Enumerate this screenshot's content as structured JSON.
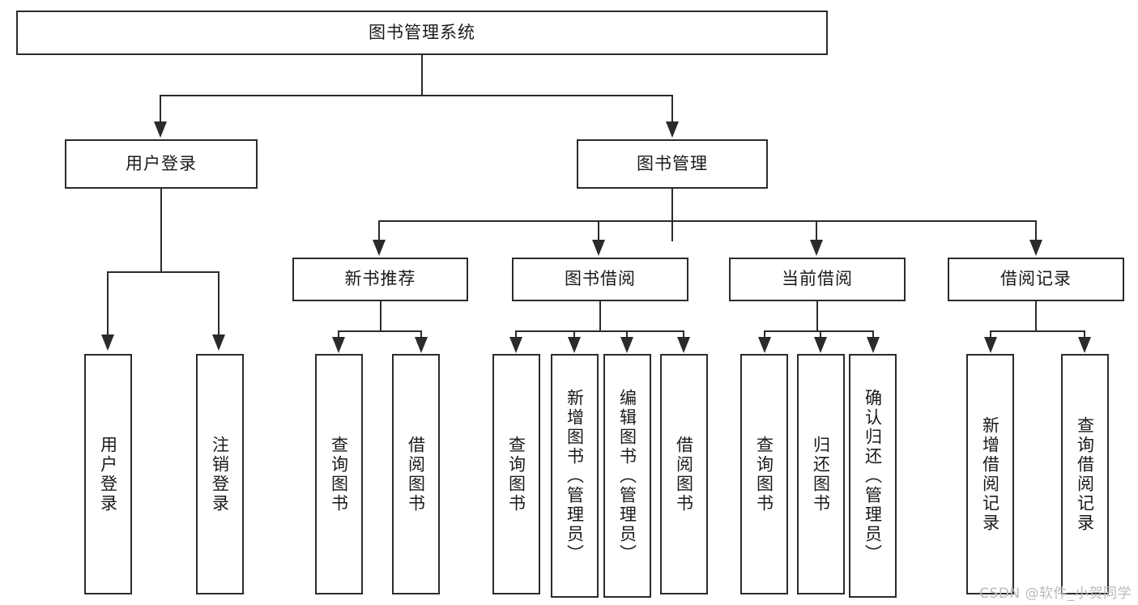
{
  "diagram": {
    "title": "图书管理系统",
    "type": "tree-hierarchy",
    "root": {
      "label": "图书管理系统"
    },
    "level2": [
      {
        "label": "用户登录"
      },
      {
        "label": "图书管理"
      }
    ],
    "level3": [
      {
        "label": "新书推荐"
      },
      {
        "label": "图书借阅"
      },
      {
        "label": "当前借阅"
      },
      {
        "label": "借阅记录"
      }
    ],
    "leaves": [
      {
        "label": "用户登录",
        "parent": "用户登录"
      },
      {
        "label": "注销登录",
        "parent": "用户登录"
      },
      {
        "label": "查询图书",
        "parent": "新书推荐"
      },
      {
        "label": "借阅图书",
        "parent": "新书推荐"
      },
      {
        "label": "查询图书",
        "parent": "图书借阅"
      },
      {
        "label": "新增图书（管理员）",
        "parent": "图书借阅"
      },
      {
        "label": "编辑图书（管理员）",
        "parent": "图书借阅"
      },
      {
        "label": "借阅图书",
        "parent": "图书借阅"
      },
      {
        "label": "查询图书",
        "parent": "当前借阅"
      },
      {
        "label": "归还图书",
        "parent": "当前借阅"
      },
      {
        "label": "确认归还（管理员）",
        "parent": "当前借阅"
      },
      {
        "label": "新增借阅记录",
        "parent": "借阅记录"
      },
      {
        "label": "查询借阅记录",
        "parent": "借阅记录"
      }
    ]
  },
  "watermark": {
    "text": "CSDN @软件_小贺同学"
  },
  "colors": {
    "stroke": "#2b2b2b",
    "background": "#ffffff",
    "text": "#1a1a1a",
    "watermark": "#b9b9b9"
  }
}
